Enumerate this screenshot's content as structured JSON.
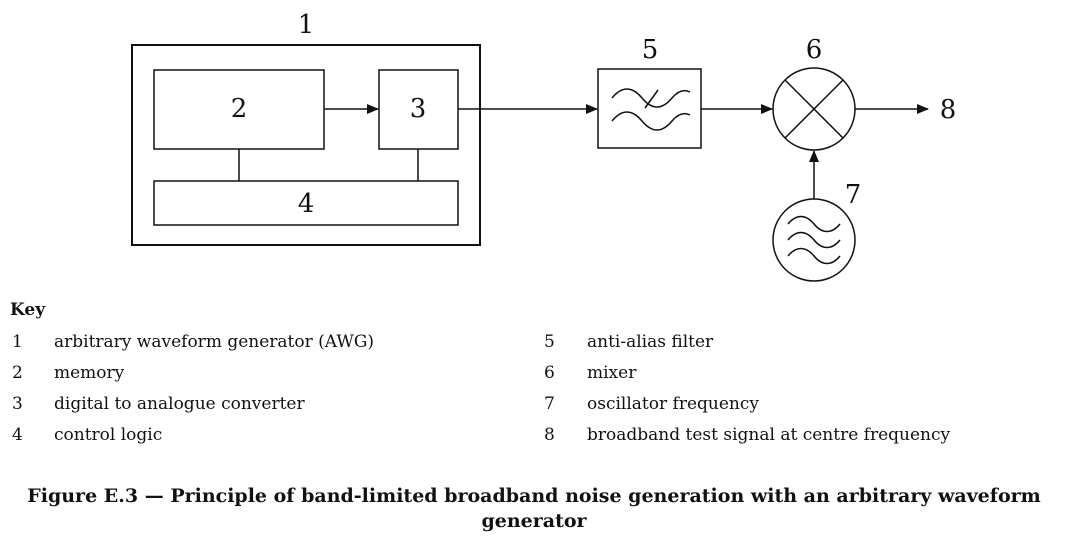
{
  "diagram": {
    "labels": {
      "awg": "1",
      "memory": "2",
      "dac": "3",
      "control_logic": "4",
      "filter": "5",
      "mixer": "6",
      "oscillator": "7",
      "output": "8"
    }
  },
  "key": {
    "title": "Key",
    "items": [
      {
        "num": "1",
        "text": "arbitrary waveform generator (AWG)"
      },
      {
        "num": "2",
        "text": "memory"
      },
      {
        "num": "3",
        "text": "digital to analogue converter"
      },
      {
        "num": "4",
        "text": "control logic"
      },
      {
        "num": "5",
        "text": "anti-alias filter"
      },
      {
        "num": "6",
        "text": "mixer"
      },
      {
        "num": "7",
        "text": "oscillator frequency"
      },
      {
        "num": "8",
        "text": "broadband test signal at centre frequency"
      }
    ]
  },
  "caption": {
    "line1": "Figure E.3 — Principle of band-limited broadband noise generation with an arbitrary waveform",
    "line2": "generator"
  }
}
